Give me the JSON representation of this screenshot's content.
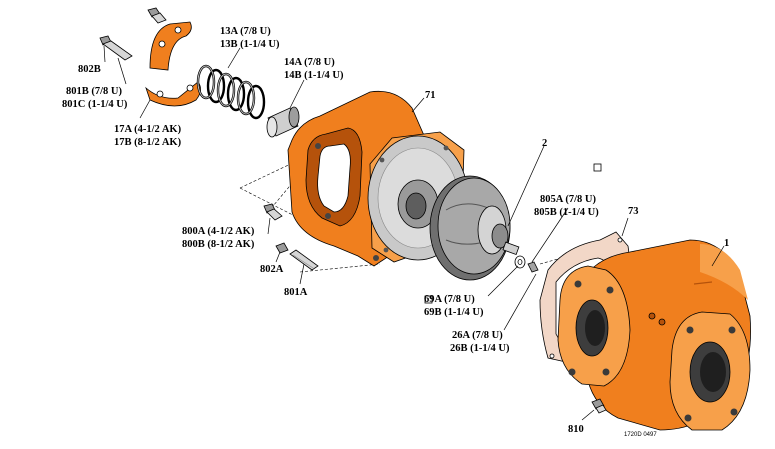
{
  "colors": {
    "orange": "#f07f1e",
    "orange_light": "#f7a04a",
    "orange_dark": "#b5520b",
    "gray": "#c9c9c9",
    "gray_dark": "#7d7d7d",
    "gasket": "#f2d7c7"
  },
  "labels": {
    "l802b": "802B",
    "l801b": "801B (7/8 U)",
    "l801c": "801C (1-1/4 U)",
    "l13a": "13A (7/8 U)",
    "l13b": "13B (1-1/4 U)",
    "l14a": "14A (7/8 U)",
    "l14b": "14B (1-1/4 U)",
    "l17a": "17A (4-1/2 AK)",
    "l17b": "17B (8-1/2 AK)",
    "l71": "71",
    "l2": "2",
    "l800a": "800A (4-1/2 AK)",
    "l800b": "800B (8-1/2 AK)",
    "l802a": "802A",
    "l801a": "801A",
    "l805a": "805A (7/8 U)",
    "l805b": "805B (1-1/4 U)",
    "l73": "73",
    "l1": "1",
    "l69a": "69A (7/8 U)",
    "l69b": "69B (1-1/4 U)",
    "l26a": "26A (7/8 U)",
    "l26b": "26B (1-1/4 U)",
    "l810": "810",
    "drawing_code": "1720D 0497"
  },
  "icons": [
    "bolt-icon",
    "clamp-icon",
    "spring-icon",
    "sleeve-icon",
    "bracket-icon",
    "seal-plate-icon",
    "impeller-icon",
    "washer-icon",
    "gasket-icon",
    "pump-casing-icon"
  ]
}
